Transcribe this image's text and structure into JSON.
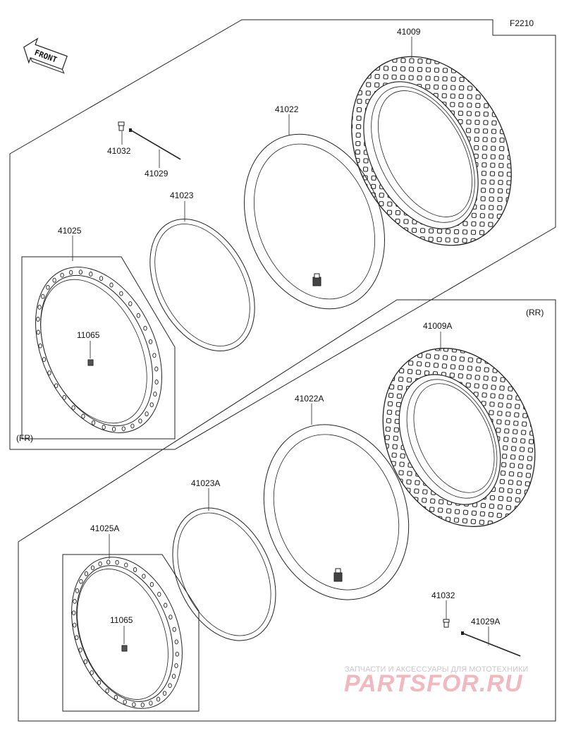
{
  "diagram": {
    "code": "F2210",
    "front_label": "FRONT",
    "section_front": "(FR)",
    "section_rear": "(RR)",
    "parts": {
      "tire_front": "41009",
      "tube_front": "41022",
      "band_front": "41023",
      "rim_front": "41025",
      "valve_front": "41032",
      "spoke_front": "41029",
      "nipple_front": "11065",
      "tire_rear": "41009A",
      "tube_rear": "41022A",
      "band_rear": "41023A",
      "rim_rear": "41025A",
      "valve_rear": "41032",
      "spoke_rear": "41029A",
      "nipple_rear": "11065"
    }
  },
  "watermark": {
    "tagline": "ЗАПЧАСТИ И АКСЕССУАРЫ ДЛЯ МОТОТЕХНИКИ",
    "brand": "PARTSFOR.RU"
  }
}
